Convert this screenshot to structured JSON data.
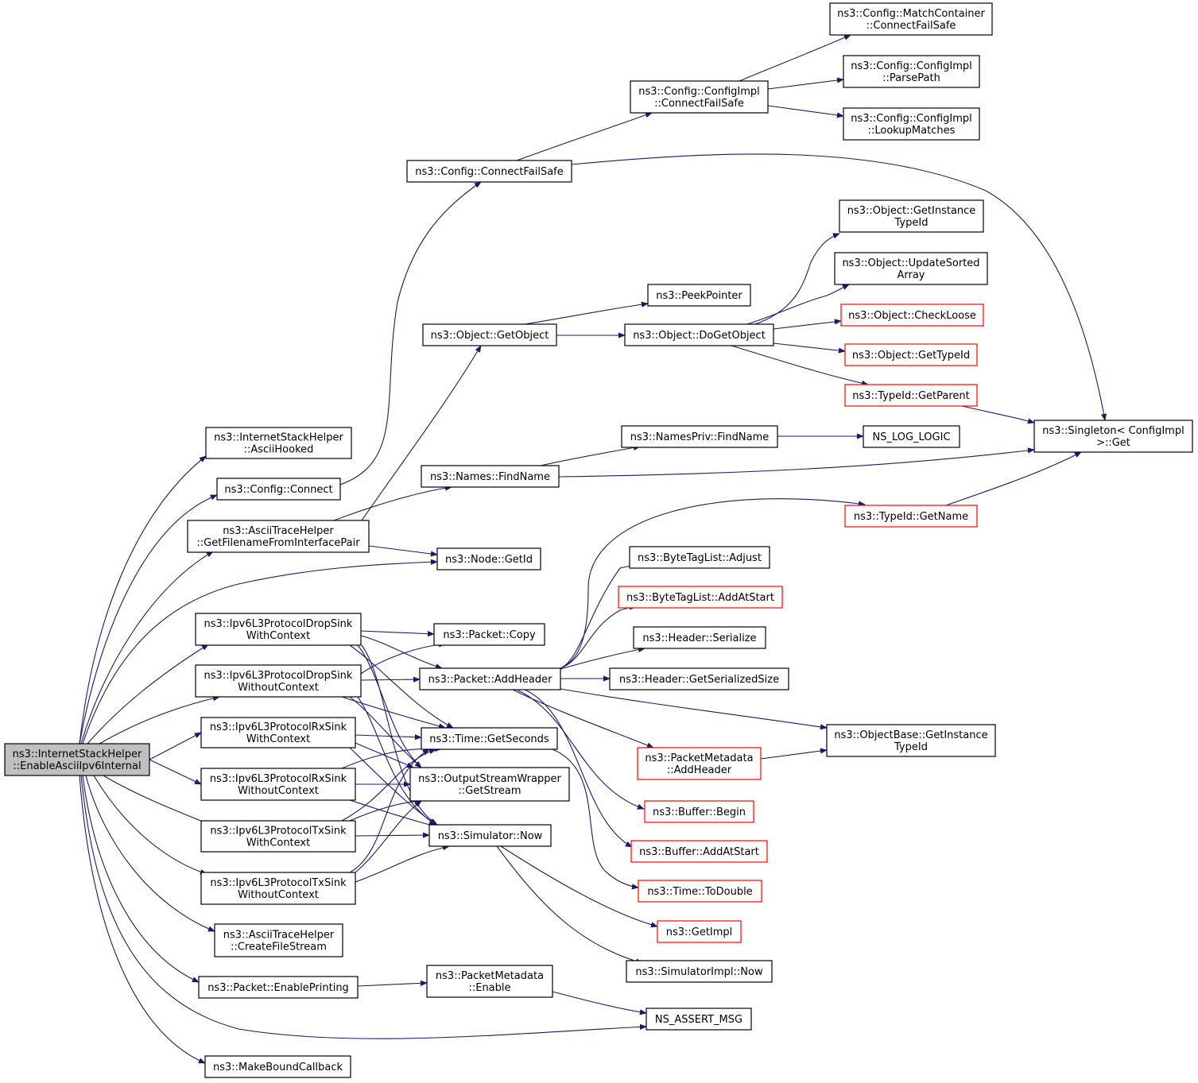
{
  "colors": {
    "edge": "#191970",
    "border": "#000000",
    "truncated_border": "#ff0000",
    "root_fill": "#bfbfbf",
    "node_fill": "#ffffff"
  },
  "nodes": [
    {
      "id": "root",
      "lines": [
        "ns3::InternetStackHelper",
        "::EnableAsciiIpv6Internal"
      ],
      "root": true
    },
    {
      "id": "asciiHooked",
      "lines": [
        "ns3::InternetStackHelper",
        "::AsciiHooked"
      ]
    },
    {
      "id": "configConnect",
      "lines": [
        "ns3::Config::Connect"
      ]
    },
    {
      "id": "getFilename",
      "lines": [
        "ns3::AsciiTraceHelper",
        "::GetFilenameFromInterfacePair"
      ]
    },
    {
      "id": "dropSinkWith",
      "lines": [
        "ns3::Ipv6L3ProtocolDropSink",
        "WithContext"
      ]
    },
    {
      "id": "dropSinkWithout",
      "lines": [
        "ns3::Ipv6L3ProtocolDropSink",
        "WithoutContext"
      ]
    },
    {
      "id": "rxSinkWith",
      "lines": [
        "ns3::Ipv6L3ProtocolRxSink",
        "WithContext"
      ]
    },
    {
      "id": "rxSinkWithout",
      "lines": [
        "ns3::Ipv6L3ProtocolRxSink",
        "WithoutContext"
      ]
    },
    {
      "id": "txSinkWith",
      "lines": [
        "ns3::Ipv6L3ProtocolTxSink",
        "WithContext"
      ]
    },
    {
      "id": "txSinkWithout",
      "lines": [
        "ns3::Ipv6L3ProtocolTxSink",
        "WithoutContext"
      ]
    },
    {
      "id": "createFileStream",
      "lines": [
        "ns3::AsciiTraceHelper",
        "::CreateFileStream"
      ]
    },
    {
      "id": "enablePrinting",
      "lines": [
        "ns3::Packet::EnablePrinting"
      ]
    },
    {
      "id": "makeBound",
      "lines": [
        "ns3::MakeBoundCallback"
      ]
    },
    {
      "id": "configConnectFailSafe",
      "lines": [
        "ns3::Config::ConnectFailSafe"
      ]
    },
    {
      "id": "getObject",
      "lines": [
        "ns3::Object::GetObject"
      ]
    },
    {
      "id": "namesFindName",
      "lines": [
        "ns3::Names::FindName"
      ]
    },
    {
      "id": "nodeGetId",
      "lines": [
        "ns3::Node::GetId"
      ]
    },
    {
      "id": "packetCopy",
      "lines": [
        "ns3::Packet::Copy"
      ]
    },
    {
      "id": "addHeader",
      "lines": [
        "ns3::Packet::AddHeader"
      ]
    },
    {
      "id": "getSeconds",
      "lines": [
        "ns3::Time::GetSeconds"
      ]
    },
    {
      "id": "getStream",
      "lines": [
        "ns3::OutputStreamWrapper",
        "::GetStream"
      ]
    },
    {
      "id": "simNow",
      "lines": [
        "ns3::Simulator::Now"
      ]
    },
    {
      "id": "pmEnable",
      "lines": [
        "ns3::PacketMetadata",
        "::Enable"
      ]
    },
    {
      "id": "implConnectFailSafe",
      "lines": [
        "ns3::Config::ConfigImpl",
        "::ConnectFailSafe"
      ]
    },
    {
      "id": "peekPointer",
      "lines": [
        "ns3::PeekPointer"
      ]
    },
    {
      "id": "doGetObject",
      "lines": [
        "ns3::Object::DoGetObject"
      ]
    },
    {
      "id": "namesPrivFind",
      "lines": [
        "ns3::NamesPriv::FindName"
      ]
    },
    {
      "id": "byteTagAdjust",
      "lines": [
        "ns3::ByteTagList::Adjust"
      ]
    },
    {
      "id": "byteTagAddAtStart",
      "lines": [
        "ns3::ByteTagList::AddAtStart"
      ],
      "truncated": true
    },
    {
      "id": "headerSerialize",
      "lines": [
        "ns3::Header::Serialize"
      ]
    },
    {
      "id": "headerGetSize",
      "lines": [
        "ns3::Header::GetSerializedSize"
      ]
    },
    {
      "id": "pmAddHeader",
      "lines": [
        "ns3::PacketMetadata",
        "::AddHeader"
      ],
      "truncated": true
    },
    {
      "id": "bufferBegin",
      "lines": [
        "ns3::Buffer::Begin"
      ],
      "truncated": true
    },
    {
      "id": "bufferAddAtStart",
      "lines": [
        "ns3::Buffer::AddAtStart"
      ],
      "truncated": true
    },
    {
      "id": "timeToDouble",
      "lines": [
        "ns3::Time::ToDouble"
      ],
      "truncated": true
    },
    {
      "id": "getImpl",
      "lines": [
        "ns3::GetImpl"
      ],
      "truncated": true
    },
    {
      "id": "simImplNow",
      "lines": [
        "ns3::SimulatorImpl::Now"
      ]
    },
    {
      "id": "assertMsg",
      "lines": [
        "NS_ASSERT_MSG"
      ]
    },
    {
      "id": "matchContainer",
      "lines": [
        "ns3::Config::MatchContainer",
        "::ConnectFailSafe"
      ]
    },
    {
      "id": "parsePath",
      "lines": [
        "ns3::Config::ConfigImpl",
        "::ParsePath"
      ]
    },
    {
      "id": "lookupMatches",
      "lines": [
        "ns3::Config::ConfigImpl",
        "::LookupMatches"
      ]
    },
    {
      "id": "objGetInstanceTypeId",
      "lines": [
        "ns3::Object::GetInstance",
        "TypeId"
      ]
    },
    {
      "id": "updateSorted",
      "lines": [
        "ns3::Object::UpdateSorted",
        "Array"
      ]
    },
    {
      "id": "checkLoose",
      "lines": [
        "ns3::Object::CheckLoose"
      ],
      "truncated": true
    },
    {
      "id": "objGetTypeId",
      "lines": [
        "ns3::Object::GetTypeId"
      ],
      "truncated": true
    },
    {
      "id": "typeIdGetParent",
      "lines": [
        "ns3::TypeId::GetParent"
      ],
      "truncated": true
    },
    {
      "id": "nsLogLogic",
      "lines": [
        "NS_LOG_LOGIC"
      ]
    },
    {
      "id": "singletonGet",
      "lines": [
        "ns3::Singleton< ConfigImpl",
        " >::Get"
      ]
    },
    {
      "id": "typeIdGetName",
      "lines": [
        "ns3::TypeId::GetName"
      ],
      "truncated": true
    },
    {
      "id": "objBaseGetInstanceTypeId",
      "lines": [
        "ns3::ObjectBase::GetInstance",
        "TypeId"
      ]
    }
  ],
  "edges": [
    [
      "root",
      "asciiHooked"
    ],
    [
      "root",
      "configConnect"
    ],
    [
      "root",
      "getFilename"
    ],
    [
      "root",
      "nodeGetId"
    ],
    [
      "root",
      "dropSinkWith"
    ],
    [
      "root",
      "dropSinkWithout"
    ],
    [
      "root",
      "rxSinkWith"
    ],
    [
      "root",
      "rxSinkWithout"
    ],
    [
      "root",
      "txSinkWith"
    ],
    [
      "root",
      "txSinkWithout"
    ],
    [
      "root",
      "createFileStream"
    ],
    [
      "root",
      "enablePrinting"
    ],
    [
      "root",
      "assertMsg"
    ],
    [
      "root",
      "makeBound"
    ],
    [
      "configConnect",
      "configConnectFailSafe"
    ],
    [
      "getFilename",
      "getObject"
    ],
    [
      "getFilename",
      "namesFindName"
    ],
    [
      "getFilename",
      "nodeGetId"
    ],
    [
      "dropSinkWith",
      "packetCopy"
    ],
    [
      "dropSinkWith",
      "addHeader"
    ],
    [
      "dropSinkWith",
      "getSeconds"
    ],
    [
      "dropSinkWith",
      "getStream"
    ],
    [
      "dropSinkWith",
      "simNow"
    ],
    [
      "dropSinkWithout",
      "packetCopy"
    ],
    [
      "dropSinkWithout",
      "addHeader"
    ],
    [
      "dropSinkWithout",
      "getSeconds"
    ],
    [
      "dropSinkWithout",
      "getStream"
    ],
    [
      "dropSinkWithout",
      "simNow"
    ],
    [
      "rxSinkWith",
      "getSeconds"
    ],
    [
      "rxSinkWith",
      "getStream"
    ],
    [
      "rxSinkWith",
      "simNow"
    ],
    [
      "rxSinkWithout",
      "getSeconds"
    ],
    [
      "rxSinkWithout",
      "getStream"
    ],
    [
      "rxSinkWithout",
      "simNow"
    ],
    [
      "txSinkWith",
      "getSeconds"
    ],
    [
      "txSinkWith",
      "getStream"
    ],
    [
      "txSinkWith",
      "simNow"
    ],
    [
      "txSinkWithout",
      "getSeconds"
    ],
    [
      "txSinkWithout",
      "getStream"
    ],
    [
      "txSinkWithout",
      "simNow"
    ],
    [
      "enablePrinting",
      "pmEnable"
    ],
    [
      "pmEnable",
      "assertMsg"
    ],
    [
      "configConnectFailSafe",
      "implConnectFailSafe"
    ],
    [
      "configConnectFailSafe",
      "singletonGet"
    ],
    [
      "implConnectFailSafe",
      "matchContainer"
    ],
    [
      "implConnectFailSafe",
      "parsePath"
    ],
    [
      "implConnectFailSafe",
      "lookupMatches"
    ],
    [
      "getObject",
      "peekPointer"
    ],
    [
      "getObject",
      "doGetObject"
    ],
    [
      "doGetObject",
      "objGetInstanceTypeId"
    ],
    [
      "doGetObject",
      "updateSorted"
    ],
    [
      "doGetObject",
      "checkLoose"
    ],
    [
      "doGetObject",
      "objGetTypeId"
    ],
    [
      "doGetObject",
      "typeIdGetParent"
    ],
    [
      "typeIdGetParent",
      "singletonGet"
    ],
    [
      "namesFindName",
      "namesPrivFind"
    ],
    [
      "namesFindName",
      "singletonGet"
    ],
    [
      "namesPrivFind",
      "nsLogLogic"
    ],
    [
      "typeIdGetName",
      "singletonGet"
    ],
    [
      "addHeader",
      "typeIdGetName"
    ],
    [
      "addHeader",
      "byteTagAdjust"
    ],
    [
      "addHeader",
      "byteTagAddAtStart"
    ],
    [
      "addHeader",
      "headerSerialize"
    ],
    [
      "addHeader",
      "headerGetSize"
    ],
    [
      "addHeader",
      "objBaseGetInstanceTypeId"
    ],
    [
      "addHeader",
      "pmAddHeader"
    ],
    [
      "addHeader",
      "bufferBegin"
    ],
    [
      "addHeader",
      "bufferAddAtStart"
    ],
    [
      "pmAddHeader",
      "objBaseGetInstanceTypeId"
    ],
    [
      "getSeconds",
      "timeToDouble"
    ],
    [
      "simNow",
      "getImpl"
    ],
    [
      "simNow",
      "simImplNow"
    ]
  ]
}
